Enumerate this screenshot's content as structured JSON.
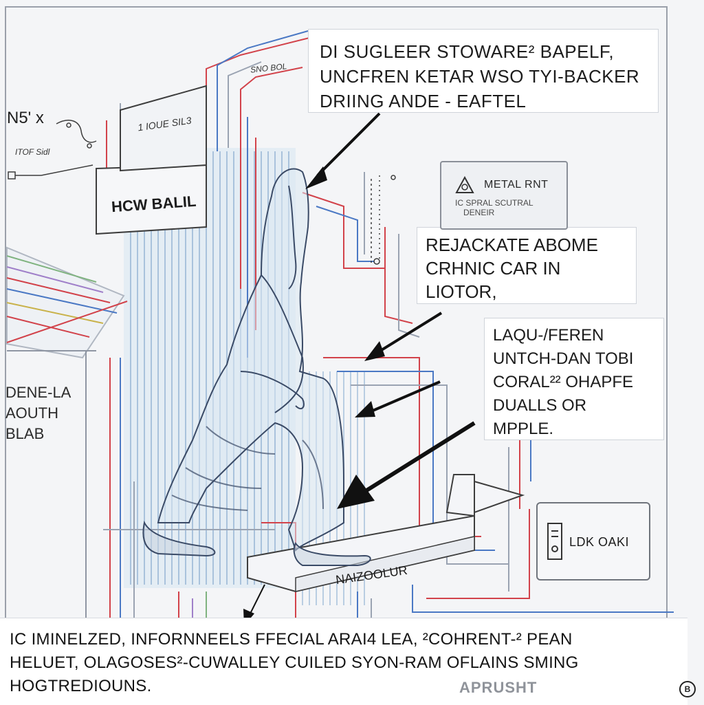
{
  "callout_top": {
    "lines": [
      "DI SUGLEER STOWARE² BAPELF,",
      "UNCFREN KETAR WSO TYI-BACKER",
      "DRIING ANDE - EAFTEL"
    ]
  },
  "callout_mid": {
    "lines": [
      "REJACKATE ABOME",
      "CRHNIC CAR IN",
      "LIOTOR,"
    ]
  },
  "callout_right": {
    "lines": [
      "LAQU-/FEREN",
      "UNTCH-DAN TOBI",
      "CORAL²² OHAPFE",
      "DUALLS OR",
      "MPPLE."
    ]
  },
  "plaque": {
    "title": "METAL RNT",
    "subtitle_1": "IC SPRAL SCUTRAL",
    "subtitle_2": "DENEIR",
    "icon": "hazard-triangle-icon"
  },
  "ldk_box": {
    "label": "LDK OAKI",
    "icon": "device-panel-icon"
  },
  "side_label": {
    "lines": [
      "DENE-LA",
      "AOUTH",
      "BLAB"
    ]
  },
  "top_left": {
    "n5": "N5'  x",
    "itof": "ITOF Sidl",
    "sno": "SNO BOL",
    "hwbalil": "HCW BALIL",
    "tiouk": "1 IOUE SIL3"
  },
  "platform_label": "NAIZOOLUR",
  "bottom_panel": {
    "lines": [
      "IC IMINELZED, INFORNNEELS FFECIAL ARAI4 LEA, ²COHRENT-² PEAN",
      "HELUET, OLAGOSES²-CUWALLEY CUILED SYON-RAM OFLAINS SMING",
      "HOGTREDIOUNS."
    ],
    "watermark": "APRUSHT"
  },
  "corner_mark": "B",
  "colors": {
    "background": "#f4f5f7",
    "figure_stroke": "#3a4a66",
    "figure_fill": "#dbe8f3",
    "wire_red": "#d2424a",
    "wire_blue": "#4a78c4",
    "wire_gray": "#9aa3b2",
    "arrow": "#111111"
  }
}
